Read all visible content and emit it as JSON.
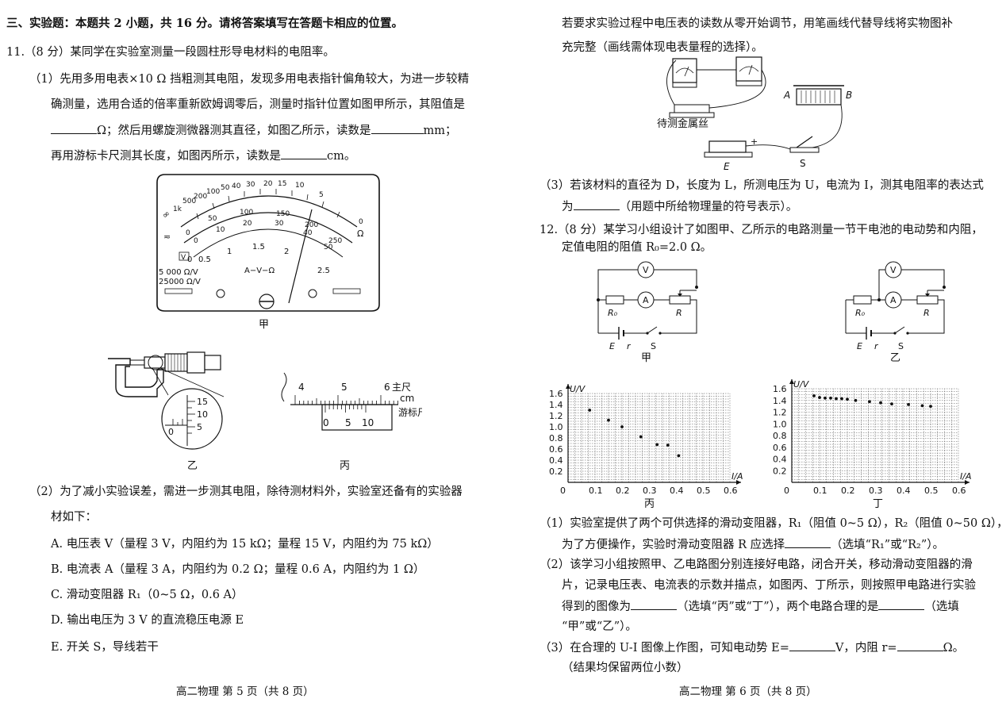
{
  "left": {
    "section_title": "三、实验题：本题共 2 小题，共 16 分。请将答案填写在答题卡相应的位置。",
    "q11": {
      "stem": "11.（8 分）某同学在实验室测量一段圆柱形导电材料的电阻率。",
      "p1_l1": "（1）先用多用电表×10 Ω 挡粗测其电阻，发现多用电表指针偏角较大，为进一步较精",
      "p1_l2": "确测量，选用合适的倍率重新欧姆调零后，测量时指针位置如图甲所示，其阻值是",
      "p1_l3a": "Ω；然后用螺旋测微器测其直径，如图乙所示，读数是",
      "p1_l3b": "mm；",
      "p1_l4a": "再用游标卡尺测其长度，如图丙所示，读数是",
      "p1_l4b": "cm。",
      "meter": {
        "ohm_scale": [
          "1k",
          "500",
          "200",
          "100",
          "50",
          "40",
          "30",
          "20",
          "15",
          "10",
          "5",
          "0"
        ],
        "dc_scale": [
          "0",
          "50",
          "100",
          "150",
          "200",
          "250"
        ],
        "mid_scale": [
          "0",
          "10",
          "20",
          "30",
          "40",
          "50"
        ],
        "low_scale": [
          "0",
          "0.5",
          "1",
          "1.5",
          "2",
          "2.5"
        ],
        "infinity": "∞",
        "ohm_unit": "Ω",
        "ac_symbol": "≂",
        "v_box": "V",
        "sens1": "5 000 Ω/V",
        "sens2": "25000 Ω/V",
        "model": "A−V−Ω",
        "caption": "甲"
      },
      "micrometer": {
        "thimble_labels": [
          "15",
          "10",
          "5"
        ],
        "sleeve_label": "0",
        "caption": "乙"
      },
      "caliper": {
        "main_labels": [
          "4",
          "5",
          "6"
        ],
        "main_name": "主尺",
        "unit": "cm",
        "vernier_labels": [
          "0",
          "5",
          "10"
        ],
        "vernier_name": "游标尺",
        "caption": "丙"
      },
      "p2_l1": "（2）为了减小实验误差，需进一步测其电阻，除待测材料外，实验室还备有的实验器",
      "p2_l2": "材如下：",
      "opt_a": "A. 电压表 V（量程 3 V，内阻约为 15 kΩ；量程 15 V，内阻约为 75 kΩ）",
      "opt_b": "B. 电流表 A（量程 3 A，内阻约为 0.2 Ω；量程 0.6 A，内阻约为 1 Ω）",
      "opt_c": "C. 滑动变阻器 R₁（0~5 Ω，0.6 A）",
      "opt_d": "D. 输出电压为 3 V 的直流稳压电源 E",
      "opt_e": "E. 开关 S，导线若干"
    },
    "footer": "高二物理   第 5 页（共 8 页）"
  },
  "right": {
    "q11_cont_l1": "若要求实验过程中电压表的读数从零开始调节，用笔画线代替导线将实物图补",
    "q11_cont_l2": "充完整（画线需体现电表量程的选择）。",
    "apparatus": {
      "wire_label": "待测金属丝",
      "label_a": "A",
      "label_b": "B",
      "label_e": "E",
      "label_s": "S",
      "plus": "+"
    },
    "p3_l1": "（3）若该材料的直径为 D，长度为 L，所测电压为 U，电流为 I，测其电阻率的表达式",
    "p3_l2a": "为",
    "p3_l2b": "（用题中所给物理量的符号表示）。",
    "q12": {
      "stem_l1": "12.（8 分）某学习小组设计了如图甲、乙所示的电路测量一节干电池的电动势和内阻，",
      "stem_l2": "定值电阻的阻值 R₀=2.0 Ω。",
      "circuit": {
        "v": "V",
        "a": "A",
        "r0": "R₀",
        "r": "R",
        "e": "E",
        "r_int": "r",
        "s": "S",
        "caption_jia": "甲",
        "caption_yi": "乙"
      },
      "p1_l1": "（1）实验室提供了两个可供选择的滑动变阻器，R₁（阻值 0~5 Ω），R₂（阻值 0~50 Ω），",
      "p1_l2a": "为了方便操作，实验时滑动变阻器 R 应选择",
      "p1_l2b": "（选填“R₁”或“R₂”）。",
      "p2_l1": "（2）该学习小组按照甲、乙电路图分别连接好电路，闭合开关，移动滑动变阻器的滑",
      "p2_l2": "片，记录电压表、电流表的示数并描点，如图丙、丁所示，则按照甲电路进行实验",
      "p2_l3a": "得到的图像为",
      "p2_l3b": "（选填“丙”或“丁”），两个电路合理的是",
      "p2_l3c": "（选填",
      "p2_l4": "“甲”或“乙”）。",
      "p3_l1a": "（3）在合理的 U-I 图像上作图，可知电动势 E=",
      "p3_l1b": "V，内阻 r=",
      "p3_l1c": "Ω。",
      "p3_l2": "（结果均保留两位小数）"
    },
    "footer": "高二物理   第 6 页（共 8 页）"
  },
  "chart_data": [
    {
      "type": "scatter",
      "title": "",
      "caption": "丙",
      "ylabel": "U/V",
      "xlabel": "I/A",
      "origin_label": "0",
      "xlim": [
        0,
        0.6
      ],
      "ylim": [
        0,
        1.6
      ],
      "xticks": [
        "0.1",
        "0.2",
        "0.3",
        "0.4",
        "0.5",
        "0.6"
      ],
      "yticks": [
        "0.2",
        "0.4",
        "0.6",
        "0.8",
        "1.0",
        "1.2",
        "1.4",
        "1.6"
      ],
      "x": [
        0.08,
        0.15,
        0.2,
        0.27,
        0.33,
        0.37,
        0.41
      ],
      "y": [
        1.3,
        1.12,
        1.0,
        0.82,
        0.68,
        0.67,
        0.48
      ],
      "grid": true
    },
    {
      "type": "scatter",
      "title": "",
      "caption": "丁",
      "ylabel": "U/V",
      "xlabel": "I/A",
      "origin_label": "0",
      "xlim": [
        0,
        0.6
      ],
      "ylim": [
        0,
        1.6
      ],
      "xticks": [
        "0.1",
        "0.2",
        "0.3",
        "0.4",
        "0.5",
        "0.6"
      ],
      "yticks": [
        "0.2",
        "0.4",
        "0.6",
        "0.8",
        "1.0",
        "1.2",
        "1.4",
        "1.6"
      ],
      "x": [
        0.08,
        0.1,
        0.12,
        0.14,
        0.16,
        0.18,
        0.2,
        0.23,
        0.28,
        0.32,
        0.36,
        0.42,
        0.47,
        0.5
      ],
      "y": [
        1.48,
        1.45,
        1.44,
        1.44,
        1.43,
        1.43,
        1.42,
        1.4,
        1.38,
        1.36,
        1.34,
        1.33,
        1.31,
        1.3
      ],
      "grid": true
    }
  ]
}
